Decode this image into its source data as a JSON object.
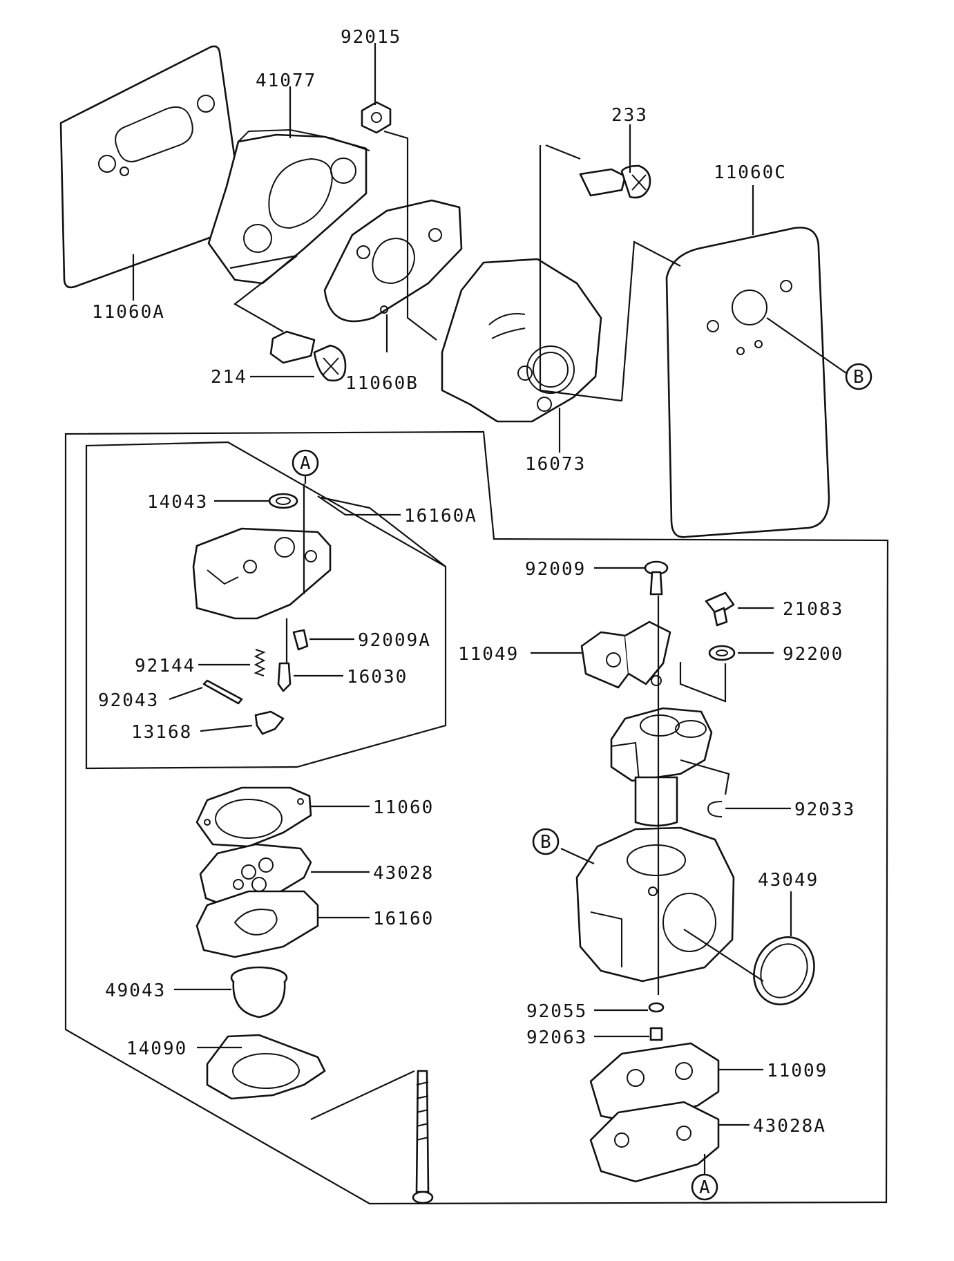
{
  "labels": {
    "p92015": "92015",
    "p41077": "41077",
    "p233": "233",
    "p11060C": "11060C",
    "p11060A": "11060A",
    "p214": "214",
    "p11060B": "11060B",
    "p16073": "16073",
    "p14043": "14043",
    "p16160A": "16160A",
    "p92009": "92009",
    "p21083": "21083",
    "p92200": "92200",
    "p11049": "11049",
    "p92009A": "92009A",
    "p92144": "92144",
    "p16030": "16030",
    "p92043": "92043",
    "p13168": "13168",
    "p92033": "92033",
    "p11060": "11060",
    "p43028": "43028",
    "p16160": "16160",
    "p43049": "43049",
    "p49043": "49043",
    "p92055": "92055",
    "p92063": "92063",
    "p14090": "14090",
    "p11009": "11009",
    "p43028A": "43028A"
  },
  "refs": {
    "refA_top": "A",
    "refB_gasket": "B",
    "refB_body": "B",
    "refA_bottom": "A"
  }
}
